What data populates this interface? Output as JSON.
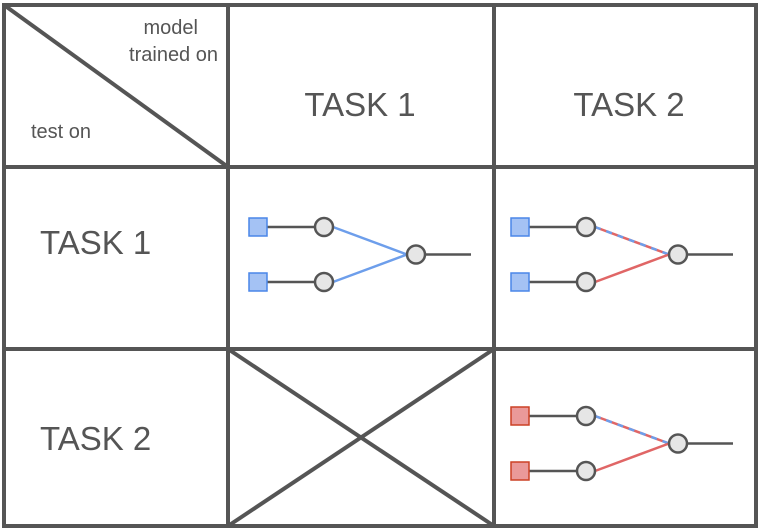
{
  "header": {
    "corner_top": [
      "model",
      "trained on"
    ],
    "corner_bottom": "test on",
    "columns": [
      "TASK 1",
      "TASK 2"
    ]
  },
  "rows": [
    "TASK 1",
    "TASK 2"
  ],
  "colors": {
    "grid": "#555555",
    "task1_input_fill": "#a4c2f4",
    "task1_input_stroke": "#4a86e8",
    "task1_line": "#6d9eeb",
    "task2_input_fill": "#ea9999",
    "task2_input_stroke": "#cc4125",
    "task2_line": "#e06666",
    "node_fill": "#e6e6e6"
  },
  "cells": [
    {
      "id": "t1-t1",
      "type": "network",
      "input_color": "task1",
      "upper_link": "task1",
      "lower_link": "task1"
    },
    {
      "id": "t1-t2",
      "type": "network",
      "input_color": "task1",
      "upper_link": "mixed",
      "lower_link": "task2"
    },
    {
      "id": "t2-t1",
      "type": "crossed-out"
    },
    {
      "id": "t2-t2",
      "type": "network",
      "input_color": "task2",
      "upper_link": "mixed",
      "lower_link": "task2"
    }
  ]
}
